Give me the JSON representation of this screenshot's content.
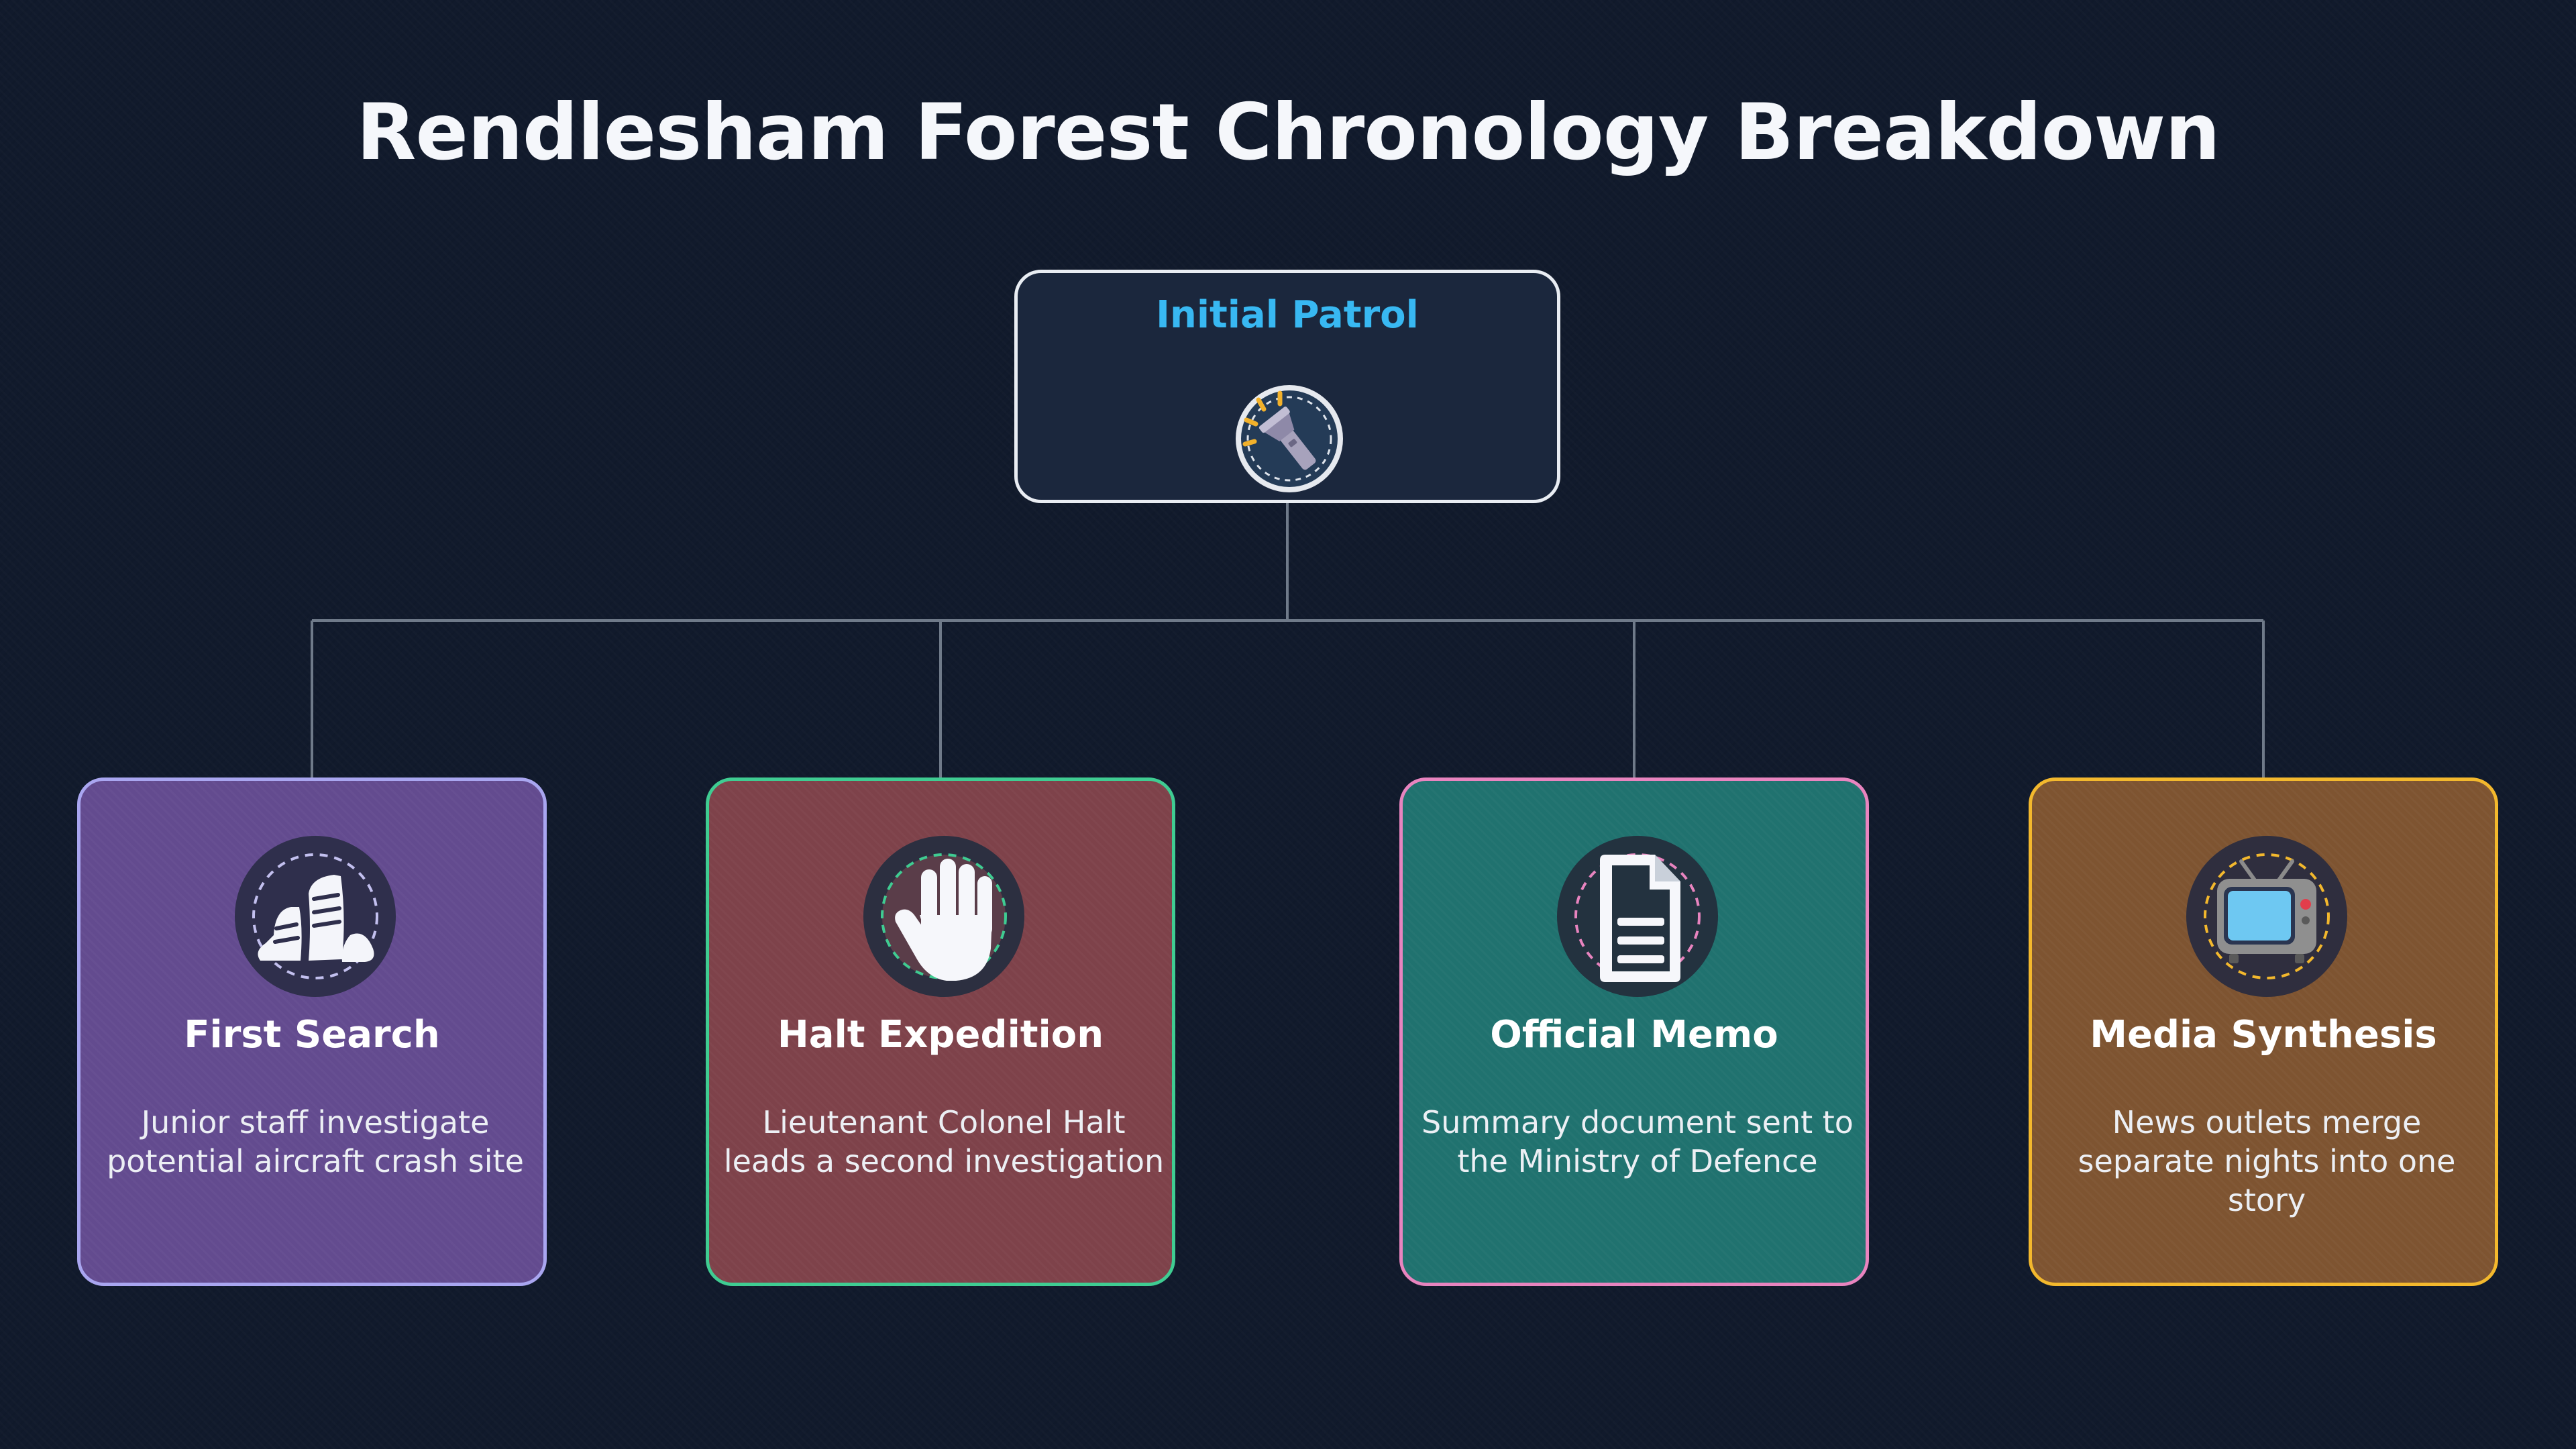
{
  "title": "Rendlesham Forest Chronology Breakdown",
  "root": {
    "label": "Initial Patrol",
    "icon": "flashlight-icon",
    "label_color": "#38b8f2"
  },
  "children": [
    {
      "label": "First Search",
      "description": "Junior staff investigate potential aircraft crash site",
      "icon": "footprints-icon",
      "fill": "#634b8f",
      "border": "#a9a6f0"
    },
    {
      "label": "Halt Expedition",
      "description": "Lieutenant Colonel Halt leads a second investigation",
      "icon": "stop-hand-icon",
      "fill": "#7e424a",
      "border": "#3fcc92"
    },
    {
      "label": "Official Memo",
      "description": "Summary document sent to the Ministry of Defence",
      "icon": "document-icon",
      "fill": "#20726f",
      "border": "#e884bf"
    },
    {
      "label": "Media Synthesis",
      "description": "News outlets merge separate nights into one story",
      "icon": "television-icon",
      "fill": "#7e5431",
      "border": "#f3b82d"
    }
  ],
  "colors": {
    "background": "#111a2c",
    "connector": "#6f7a89"
  }
}
